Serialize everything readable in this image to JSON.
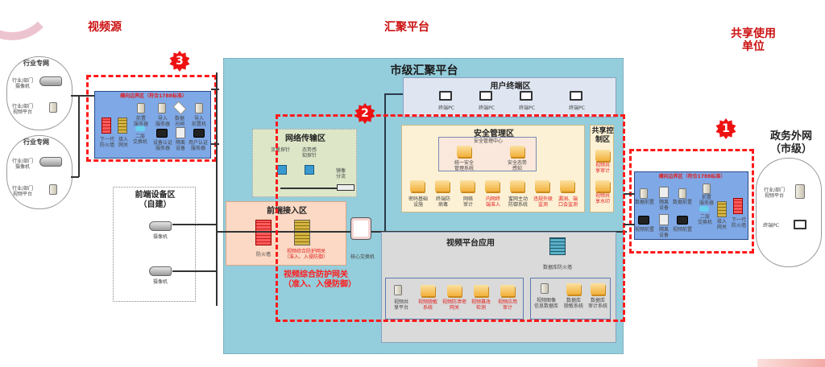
{
  "headers": {
    "video_source": "视频源",
    "aggregation_platform": "汇聚平台",
    "shared_units": "共享使用\n单位"
  },
  "badges": [
    "1",
    "2",
    "3"
  ],
  "left": {
    "cloud1": {
      "title": "行业专网",
      "items": [
        "行业/部门\n摄像机",
        "行业/部门\n视频平台"
      ]
    },
    "cloud2": {
      "title": "行业专网",
      "items": [
        "行业/部门\n摄像机",
        "行业/部门\n视频平台"
      ]
    },
    "boundary3": {
      "title": "横向边界区（符合1788标准）",
      "items": [
        "下一代\n防火墙",
        "接入\n网关",
        "二层\n交换机",
        "前置\n服务器",
        "导入\n服务器",
        "数据\n光闸",
        "导入\n前置机",
        "设备认证\n服务器",
        "隔离\n设备",
        "用户认证\n服务器"
      ]
    },
    "frontend_zone": {
      "title": "前端设备区\n（自建）",
      "items": [
        "摄像机",
        "摄像机"
      ]
    }
  },
  "platform": {
    "title": "市级汇聚平台",
    "user_zone": {
      "title": "用户终端区",
      "items": [
        "终端PC",
        "终端PC",
        "终端PC",
        "终端PC"
      ]
    },
    "network_zone": {
      "title": "网络传输区",
      "items": [
        "流量探针",
        "态势感\n知探针",
        "镜像\n分流"
      ]
    },
    "security_zone": {
      "title": "安全管理区",
      "center_title": "安全管理中心",
      "center_items": [
        "统一安全\n管理系统",
        "安全态势\n感知"
      ],
      "items": [
        {
          "label": "密码基础\n设施",
          "highlight": false
        },
        {
          "label": "终端防\n病毒",
          "highlight": false
        },
        {
          "label": "网络\n审计",
          "highlight": false
        },
        {
          "label": "内网终\n端准入",
          "highlight": true
        },
        {
          "label": "蜜网主动\n防御系统",
          "highlight": false
        },
        {
          "label": "违规外联\n监测",
          "highlight": true
        },
        {
          "label": "漏洞、端\n口会监测",
          "highlight": true
        }
      ]
    },
    "share_control": {
      "title": "共享控\n制区",
      "items": [
        "视频共\n享审计",
        "视频共\n享水印"
      ]
    },
    "access_zone": {
      "title": "前端接入区",
      "items": [
        "防火墙",
        "视频综合防护网关\n（准入、入侵防御）"
      ]
    },
    "core_switch": "核心交换机",
    "gateway_callout": "视频综合防护网关\n（准入、入侵防御）",
    "app_zone": {
      "title": "视频平台应用",
      "db_firewall": "数据库防火墙",
      "left_items": [
        {
          "label": "视频共\n享平台",
          "highlight": false
        },
        {
          "label": "视频脱敏\n系统",
          "highlight": true
        },
        {
          "label": "视频防泄密\n网关",
          "highlight": true
        },
        {
          "label": "视频篡改\n检测",
          "highlight": true
        },
        {
          "label": "视频应用\n审计",
          "highlight": true
        }
      ],
      "right_items": [
        "视频图像\n信息数据库",
        "数据库\n脱敏系统",
        "数据库\n审计系统"
      ]
    }
  },
  "right": {
    "boundary1": {
      "title": "横向边界区（符合1788标准）",
      "items": [
        "数据前置",
        "隔离\n设备",
        "数据前置",
        "前置\n服务器",
        "视频前置",
        "隔离\n设备",
        "视频前置",
        "二层\n交换机",
        "接入\n网关",
        "下一代\n防火墙"
      ]
    },
    "gov_cloud": {
      "title": "政务外网\n（市级）",
      "items": [
        "行业/部门\n视频平台",
        "终端PC"
      ]
    }
  },
  "colors": {
    "accent_red": "#cc1111",
    "platform_bg": "#94cddb",
    "dash_red": "#ff1a1a"
  }
}
